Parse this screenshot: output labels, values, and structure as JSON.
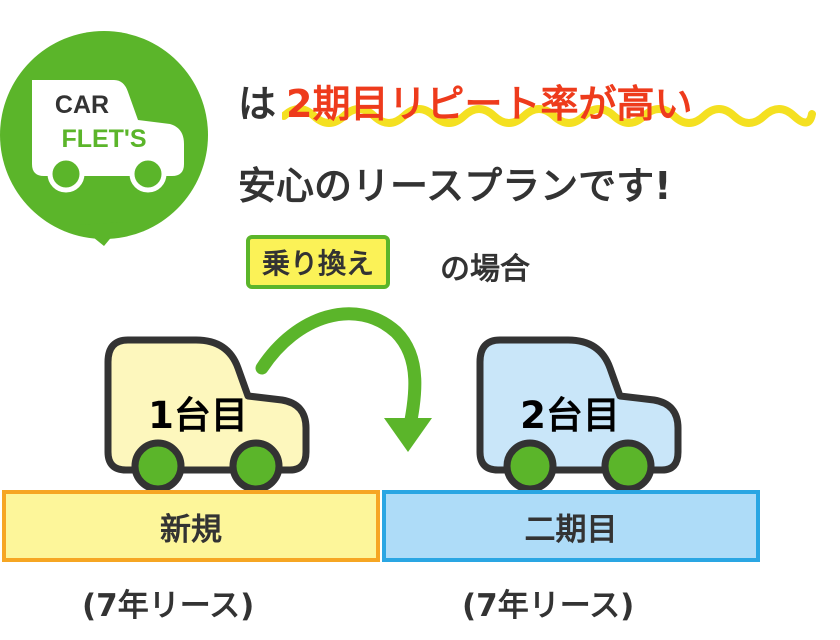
{
  "logo": {
    "line1": "CAR",
    "line2": "FLET'S"
  },
  "headline": {
    "prefix": "は",
    "highlight": "2期目リピート率が高い"
  },
  "subline": "安心のリースプランです!",
  "case_label": {
    "tag": "乗り換え",
    "suffix": "の場合"
  },
  "cars": [
    {
      "label": "1台目",
      "body_color": "#fdf7bd"
    },
    {
      "label": "2台目",
      "body_color": "#c9e6f9"
    }
  ],
  "bands": [
    {
      "label": "新規",
      "term": "(7年リース)"
    },
    {
      "label": "二期目",
      "term": "(7年リース)"
    }
  ],
  "colors": {
    "brand_green": "#5bb52a",
    "highlight_red": "#ee3b1c",
    "underline_yellow": "#f4e021"
  }
}
